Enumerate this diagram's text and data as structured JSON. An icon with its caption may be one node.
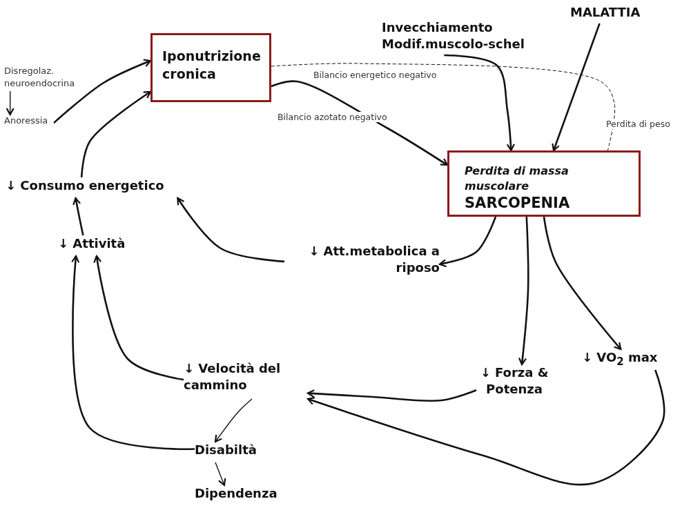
{
  "diagram": {
    "nodes": [
      {
        "text": [
          "Iponutrizione cronica"
        ]
      },
      {
        "text": [
          "Disregolaz. neuroendocrina"
        ]
      },
      {
        "text": [
          "Anoressia"
        ]
      },
      {
        "text": [
          "Invecchiamento Modif.muscolo-schel"
        ]
      },
      {
        "text": [
          "MALATTIA"
        ]
      },
      {
        "text": [
          "Perdita di massa muscolare",
          "SARCOPENIA"
        ]
      },
      {
        "text": [
          "↓ Consumo energetico"
        ]
      },
      {
        "text": [
          "↓ Attività"
        ]
      },
      {
        "text": [
          "↓ Att.metabolica a riposo"
        ]
      },
      {
        "text": [
          "↓ Velocità del cammino"
        ]
      },
      {
        "text": [
          "↓ Forza & Potenza"
        ]
      },
      {
        "text": [
          "↓ VO$_{2}$ max"
        ]
      },
      {
        "text": [
          "Disabiltà"
        ]
      },
      {
        "text": [
          "Dipendenza"
        ]
      }
    ],
    "edges": [
      {
        "from": 1,
        "to": 2,
        "arrow": "to"
      },
      {
        "from": 2,
        "to": 0,
        "arrow": "to"
      },
      {
        "from": 6,
        "to": 0,
        "arrow": "to"
      },
      {
        "from": 0,
        "to": 5,
        "arrow": "to",
        "label": "Bilancio azotato negativo"
      },
      {
        "from": 0,
        "to": 5,
        "arrow": "none",
        "style": "dashed",
        "label": "Bilancio energetico negativo"
      },
      {
        "from": 3,
        "to": 5,
        "arrow": "to"
      },
      {
        "from": 4,
        "to": 5,
        "arrow": "to"
      },
      {
        "from": 5,
        "to": 8,
        "arrow": "to"
      },
      {
        "from": 5,
        "to": 10,
        "arrow": "to"
      },
      {
        "from": 5,
        "to": 11,
        "arrow": "to"
      },
      {
        "from": 8,
        "to": 6,
        "arrow": "to"
      },
      {
        "from": 7,
        "to": 6,
        "arrow": "to"
      },
      {
        "from": 9,
        "to": 7,
        "arrow": "to"
      },
      {
        "from": 12,
        "to": 7,
        "arrow": "to"
      },
      {
        "from": 9,
        "to": 12,
        "arrow": "to"
      },
      {
        "from": 12,
        "to": 13,
        "arrow": "to"
      },
      {
        "from": 10,
        "to": 9,
        "arrow": "to"
      },
      {
        "from": 11,
        "to": 9,
        "arrow": "to"
      }
    ],
    "labels": [
      "Perdita di peso"
    ]
  }
}
